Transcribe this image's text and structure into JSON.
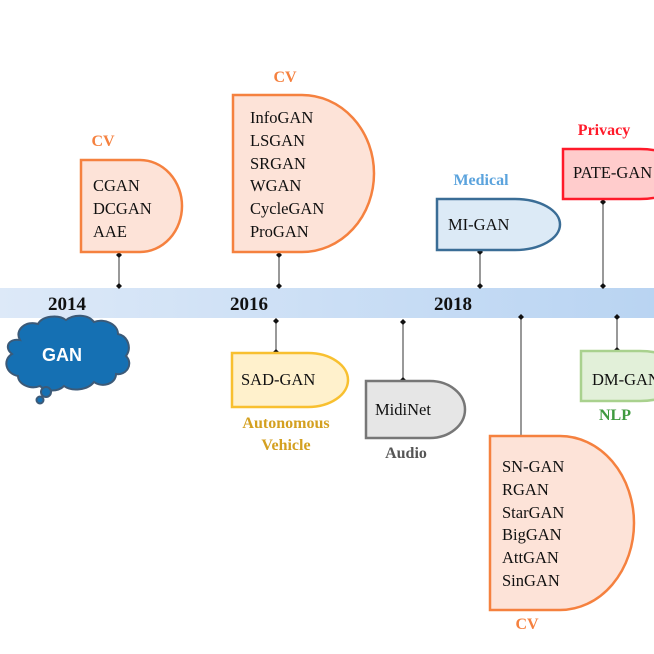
{
  "timeline": {
    "years": [
      "2014",
      "2016",
      "2018"
    ],
    "origin": "GAN"
  },
  "groups": [
    {
      "id": "cv-2014",
      "category": "CV",
      "color": "#f5813f",
      "fill": "#fde3d8",
      "items": [
        "CGAN",
        "DCGAN",
        "AAE"
      ]
    },
    {
      "id": "cv-2016",
      "category": "CV",
      "color": "#f5813f",
      "fill": "#fde3d8",
      "items": [
        "InfoGAN",
        "LSGAN",
        "SRGAN",
        "WGAN",
        "CycleGAN",
        "ProGAN"
      ]
    },
    {
      "id": "av",
      "category": "Autonomous Vehicle",
      "category_lines": [
        "Autonomous",
        "Vehicle"
      ],
      "color": "#d4a020",
      "fill": "#fff1cc",
      "items": [
        "SAD-GAN"
      ]
    },
    {
      "id": "audio",
      "category": "Audio",
      "color": "#555555",
      "fill": "#e6e6e6",
      "items": [
        "MidiNet"
      ]
    },
    {
      "id": "medical",
      "category": "Medical",
      "color": "#5ba3dd",
      "fill": "#dceaf6",
      "items": [
        "MI-GAN"
      ]
    },
    {
      "id": "cv-2018",
      "category": "CV",
      "color": "#f5813f",
      "fill": "#fde3d8",
      "items": [
        "SN-GAN",
        "RGAN",
        "StarGAN",
        "BigGAN",
        "AttGAN",
        "SinGAN"
      ]
    },
    {
      "id": "privacy",
      "category": "Privacy",
      "color": "#ff1a2a",
      "fill": "#ffcccc",
      "items": [
        "PATE-GAN"
      ]
    },
    {
      "id": "nlp",
      "category": "NLP",
      "color": "#3f9a3f",
      "fill": "#e2f0d9",
      "items": [
        "DM-GAN"
      ]
    }
  ]
}
